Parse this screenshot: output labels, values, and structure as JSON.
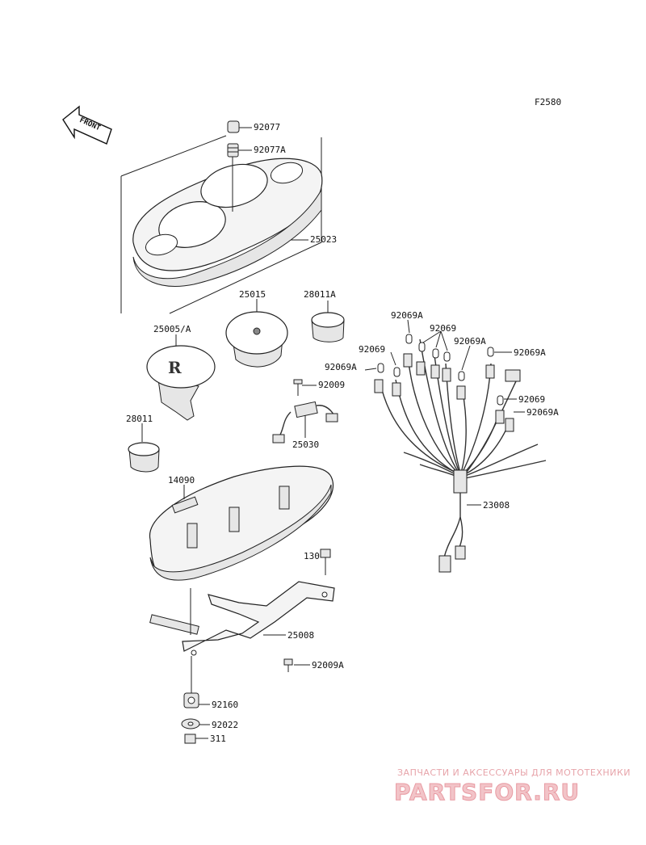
{
  "diagram": {
    "code": "F2580",
    "front_label": "FRONT",
    "parts": [
      {
        "id": "p92077",
        "label": "92077"
      },
      {
        "id": "p92077a",
        "label": "92077A"
      },
      {
        "id": "p25023",
        "label": "25023"
      },
      {
        "id": "p25015",
        "label": "25015"
      },
      {
        "id": "p28011a",
        "label": "28011A"
      },
      {
        "id": "p25005a",
        "label": "25005/A"
      },
      {
        "id": "p92009",
        "label": "92009"
      },
      {
        "id": "p25030",
        "label": "25030"
      },
      {
        "id": "p28011",
        "label": "28011"
      },
      {
        "id": "p14090",
        "label": "14090"
      },
      {
        "id": "p130",
        "label": "130"
      },
      {
        "id": "p25008",
        "label": "25008"
      },
      {
        "id": "p92009a",
        "label": "92009A"
      },
      {
        "id": "p92160",
        "label": "92160"
      },
      {
        "id": "p92022",
        "label": "92022"
      },
      {
        "id": "p311",
        "label": "311"
      },
      {
        "id": "p92069a_1",
        "label": "92069A"
      },
      {
        "id": "p92069_1",
        "label": "92069"
      },
      {
        "id": "p92069a_2",
        "label": "92069A"
      },
      {
        "id": "p92069_2",
        "label": "92069"
      },
      {
        "id": "p92069a_3",
        "label": "92069A"
      },
      {
        "id": "p92069a_4",
        "label": "92069A"
      },
      {
        "id": "p92069_3",
        "label": "92069"
      },
      {
        "id": "p92069a_5",
        "label": "92069A"
      },
      {
        "id": "p23008",
        "label": "23008"
      }
    ]
  },
  "watermark": {
    "subtitle": "ЗАПЧАСТИ И АКСЕССУАРЫ ДЛЯ МОТОТЕХНИКИ",
    "brand": "PARTSFOR.RU"
  }
}
